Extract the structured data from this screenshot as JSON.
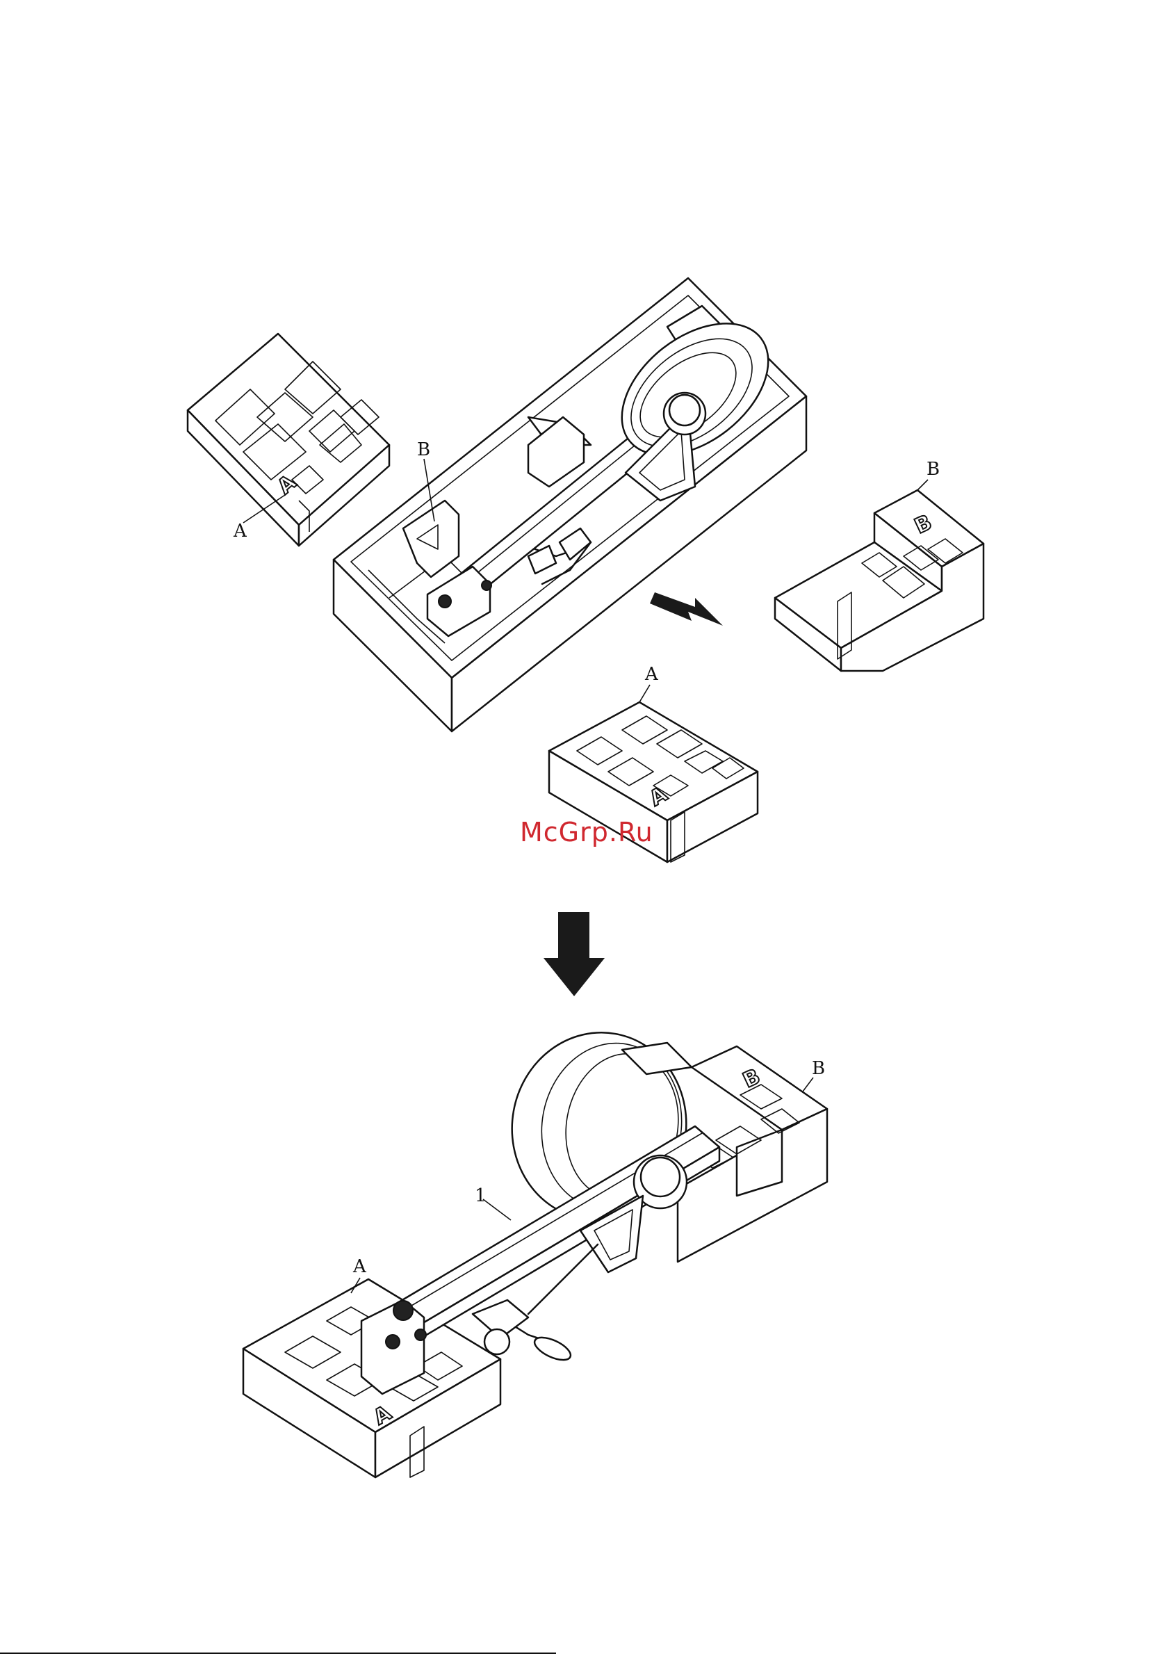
{
  "figure": {
    "labels": {
      "top_left_foam": "A",
      "box_insert": "B",
      "top_right_foam": "B",
      "middle_foam": "A",
      "bottom_left_foam": "A",
      "bottom_right_foam": "B",
      "rower_part": "1"
    },
    "foam_markings": {
      "top_left": "A",
      "top_right": "B",
      "middle": "A",
      "bottom_left": "A",
      "bottom_right": "B"
    },
    "watermark": "McGrp.Ru"
  },
  "colors": {
    "line": "#111111",
    "watermark": "#d0282f",
    "background": "#ffffff",
    "arrow": "#1a1a1a"
  },
  "icons": {
    "unpack_arrow": "arrow-right-down-icon",
    "step_arrow": "arrow-down-icon"
  }
}
